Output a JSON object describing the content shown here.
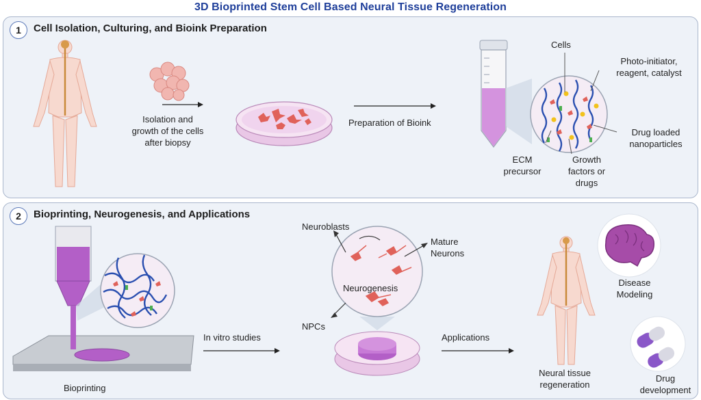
{
  "title": "3D Bioprinted Stem Cell Based Neural Tissue Regeneration",
  "panel1": {
    "number": "1",
    "heading": "Cell Isolation, Culturing, and Bioink Preparation",
    "isolation_line1": "Isolation and",
    "isolation_line2": "growth of the cells",
    "isolation_line3": "after biopsy",
    "bioink_prep": "Preparation of Bioink",
    "cells": "Cells",
    "photo_line1": "Photo-initiator,",
    "photo_line2": "reagent, catalyst",
    "ecm_line1": "ECM",
    "ecm_line2": "precursor",
    "growth_line1": "Growth",
    "growth_line2": "factors or",
    "growth_line3": "drugs",
    "drug_line1": "Drug loaded",
    "drug_line2": "nanoparticles"
  },
  "panel2": {
    "number": "2",
    "heading": "Bioprinting, Neurogenesis, and Applications",
    "bioprinting": "Bioprinting",
    "in_vitro": "In vitro studies",
    "neuroblasts": "Neuroblasts",
    "mature_line1": "Mature",
    "mature_line2": "Neurons",
    "neurogenesis": "Neurogenesis",
    "npcs": "NPCs",
    "applications": "Applications",
    "neural_line1": "Neural tissue",
    "neural_line2": "regeneration",
    "disease_line1": "Disease",
    "disease_line2": "Modeling",
    "drugdev_line1": "Drug",
    "drugdev_line2": "development"
  },
  "colors": {
    "title": "#1f3f9a",
    "panel_bg": "#eef2f8",
    "bioink": "#c77ad6",
    "cell": "#e2675e",
    "fiber": "#2a4fb0"
  }
}
